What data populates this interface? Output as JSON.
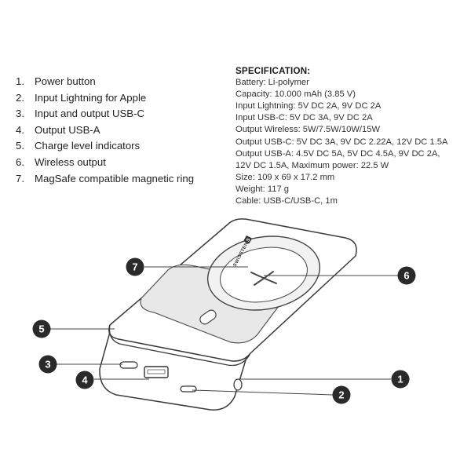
{
  "legend": [
    {
      "num": "1.",
      "label": "Power button"
    },
    {
      "num": "2.",
      "label": "Input Lightning for Apple"
    },
    {
      "num": "3.",
      "label": "Input and output USB-C"
    },
    {
      "num": "4.",
      "label": "Output USB-A"
    },
    {
      "num": "5.",
      "label": "Charge level indicators"
    },
    {
      "num": "6.",
      "label": "Wireless output"
    },
    {
      "num": "7.",
      "label": "MagSafe compatible magnetic ring"
    }
  ],
  "spec": {
    "title": "SPECIFICATION:",
    "lines": [
      "Battery: Li-polymer",
      "Capacity: 10.000 mAh (3.85 V)",
      "Input Lightning: 5V DC 2A, 9V DC 2A",
      "Input USB-C: 5V DC 3A, 9V DC 2A",
      "Output Wireless: 5W/7.5W/10W/15W",
      "Output USB-C: 5V DC 3A, 9V DC 2.22A, 12V DC 1.5A",
      "Output USB-A: 4.5V DC 5A, 5V DC 4.5A, 9V DC 2A,",
      "12V DC 1.5A, Maximum power: 22.5 W",
      "Size: 109 x 69 x 17.2 mm",
      "Weight: 117 g",
      "Cable: USB-C/USB-C, 1m"
    ]
  },
  "diagram": {
    "brand": "SWISSTEN",
    "brand_mark": "S",
    "callouts": {
      "c1": "1",
      "c2": "2",
      "c3": "3",
      "c4": "4",
      "c5": "5",
      "c6": "6",
      "c7": "7"
    }
  }
}
